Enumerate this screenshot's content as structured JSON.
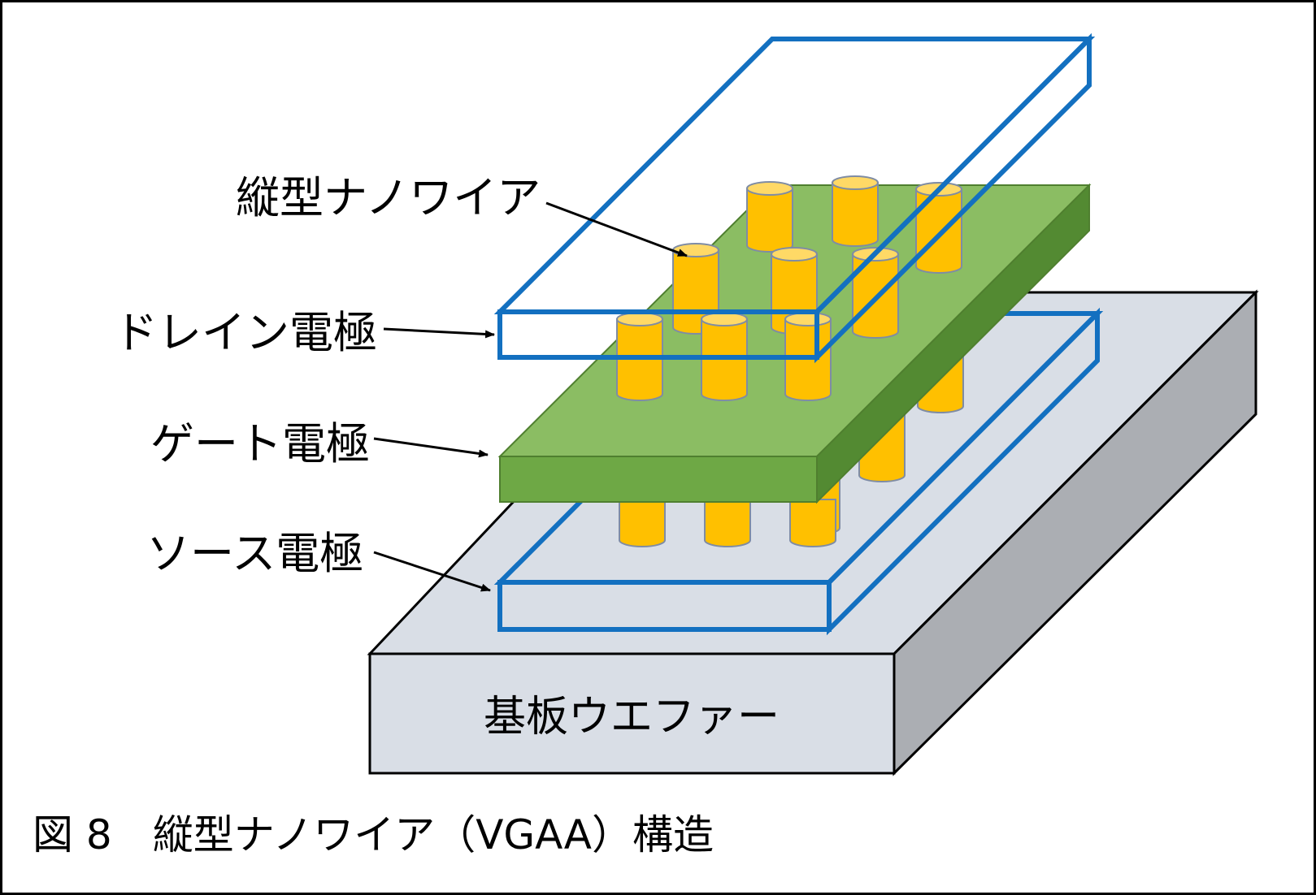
{
  "diagram": {
    "labels": {
      "nanowire": "縦型ナノワイア",
      "drain": "ドレイン電極",
      "gate": "ゲート電極",
      "source": "ソース電極",
      "wafer": "基板ウエファー"
    },
    "caption": "図 8　縦型ナノワイア（VGAA）構造"
  },
  "colors": {
    "frame": "#000000",
    "wafer_top": "#d9dee6",
    "wafer_front": "#d9dee6",
    "wafer_side": "#abaeb3",
    "electrode_outline": "#1370c0",
    "gate_top": "#8bbd63",
    "gate_front": "#6ea845",
    "gate_side": "#538a32",
    "nanowire_fill": "#ffc000",
    "nanowire_top": "#ffd966",
    "nanowire_edge": "#7f8ca4"
  }
}
